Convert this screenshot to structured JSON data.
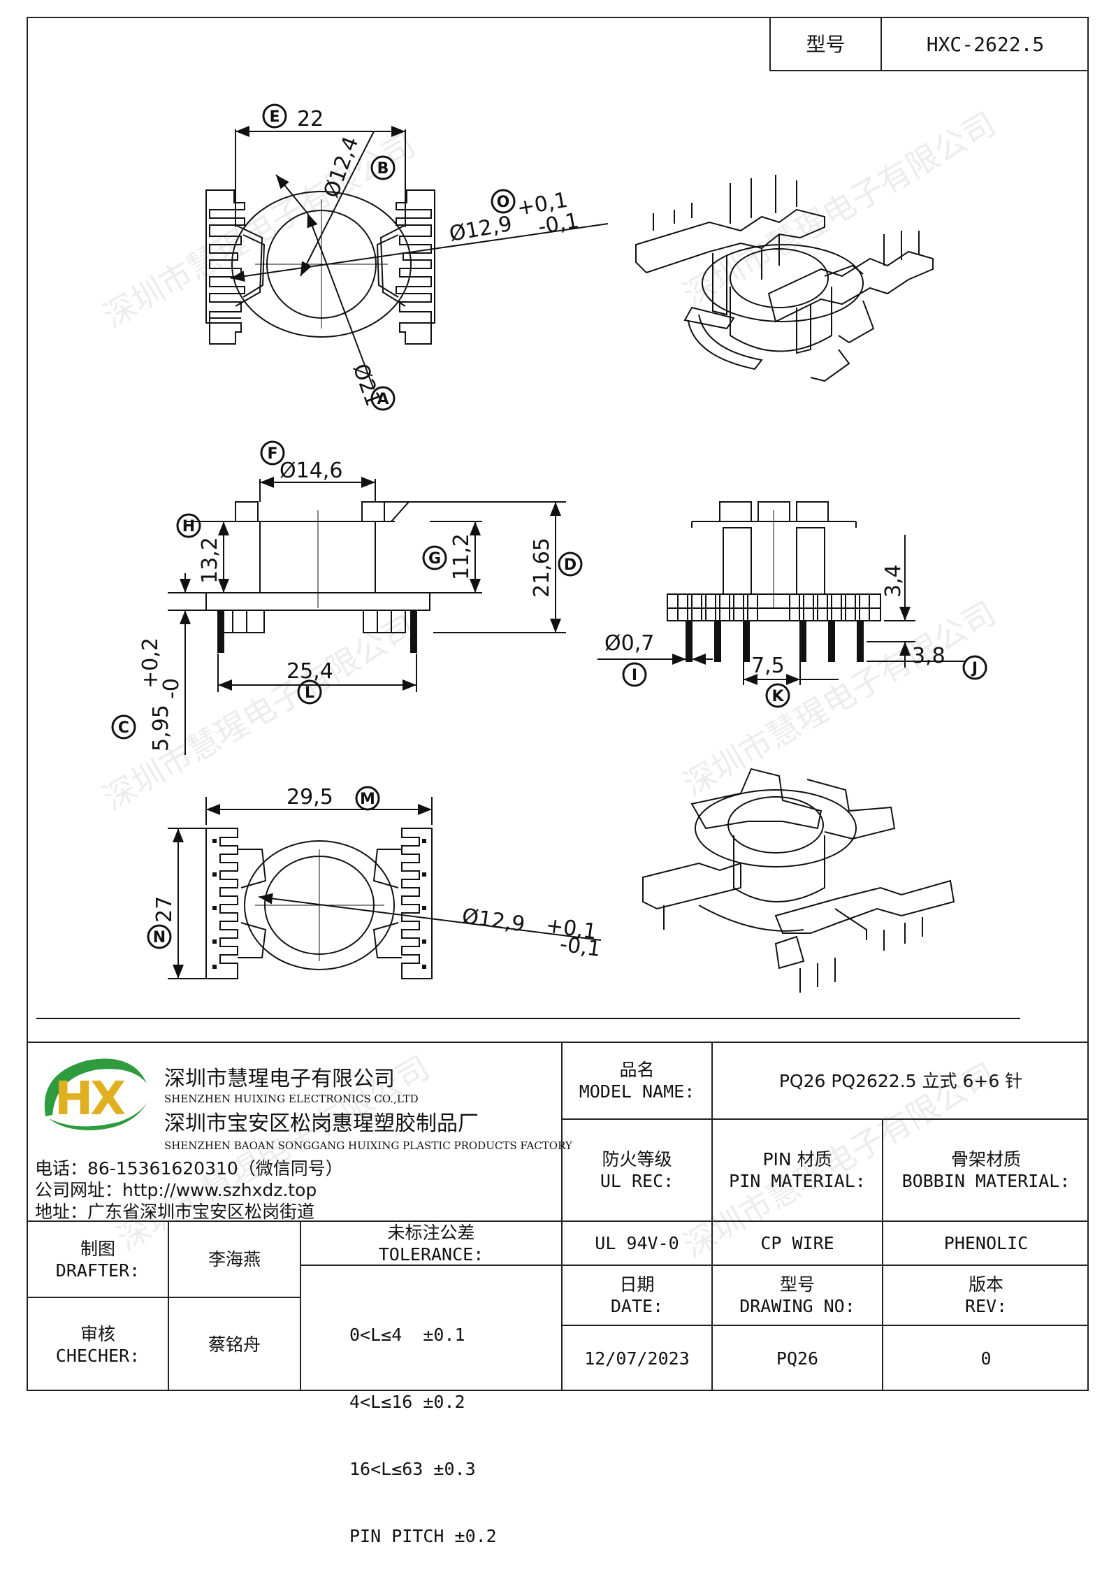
{
  "model_box": {
    "label": "型号",
    "value": "HXC-2622.5"
  },
  "watermark": "深圳市慧瑆电子有限公司",
  "callouts": {
    "A": "A",
    "B": "B",
    "C": "C",
    "D": "D",
    "E": "E",
    "F": "F",
    "G": "G",
    "H": "H",
    "I": "I",
    "J": "J",
    "K": "K",
    "L": "L",
    "M": "M",
    "N": "N",
    "O": "O"
  },
  "dimensions": {
    "E": "22",
    "B": "Ø12,4",
    "O_base": "Ø12,9",
    "O_plus": "+0,1",
    "O_minus": "-0,1",
    "A": "Ø21",
    "F": "Ø14,6",
    "H": "13,2",
    "G": "11,2",
    "D": "21,65",
    "L": "25,4",
    "C_base": "5,95",
    "C_plus": "+0,2",
    "C_minus": "-0",
    "pin_len": "3,4",
    "I": "Ø0,7",
    "K": "7,5",
    "J": "3,8",
    "M": "29,5",
    "N": "27",
    "bottom_base": "Ø12,9",
    "bottom_plus": "+0,1",
    "bottom_minus": "-0,1"
  },
  "company": {
    "logo_text": "HX",
    "name_cn": "深圳市慧瑆电子有限公司",
    "name_en": "SHENZHEN HUIXING ELECTRONICS CO.,LTD",
    "factory_cn": "深圳市宝安区松岗惠瑆塑胶制品厂",
    "factory_en": "SHENZHEN BAOAN SONGGANG HUIXING PLASTIC PRODUCTS FACTORY",
    "phone": "电话：86-15361620310（微信同号）",
    "website": "公司网址：http://www.szhxdz.top",
    "address": "地址：广东省深圳市宝安区松岗街道"
  },
  "table": {
    "model_name_cn": "品名",
    "model_name_en": "MODEL NAME:",
    "model_name_value": "PQ26 PQ2622.5 立式 6+6 针",
    "ul_cn": "防火等级",
    "ul_en": "UL REC:",
    "pin_cn": "PIN 材质",
    "pin_en": "PIN MATERIAL:",
    "bobbin_cn": "骨架材质",
    "bobbin_en": "BOBBIN MATERIAL:",
    "ul_value": "UL 94V-0",
    "pin_value": "CP WIRE",
    "bobbin_value": "PHENOLIC",
    "drafter_cn": "制图",
    "drafter_en": "DRAFTER:",
    "drafter_value": "李海燕",
    "checker_cn": "审核",
    "checker_en": "CHECHER:",
    "checker_value": "蔡铭舟",
    "tolerance_cn": "未标注公差",
    "tolerance_en": "TOLERANCE:",
    "tolerances": [
      "0<L≤4  ±0.1",
      "4<L≤16 ±0.2",
      "16<L≤63 ±0.3",
      "PIN PITCH ±0.2"
    ],
    "date_cn": "日期",
    "date_en": "DATE:",
    "drawing_cn": "型号",
    "drawing_en": "DRAWING NO:",
    "rev_cn": "版本",
    "rev_en": "REV:",
    "date_value": "12/07/2023",
    "drawing_value": "PQ26",
    "rev_value": "0"
  }
}
